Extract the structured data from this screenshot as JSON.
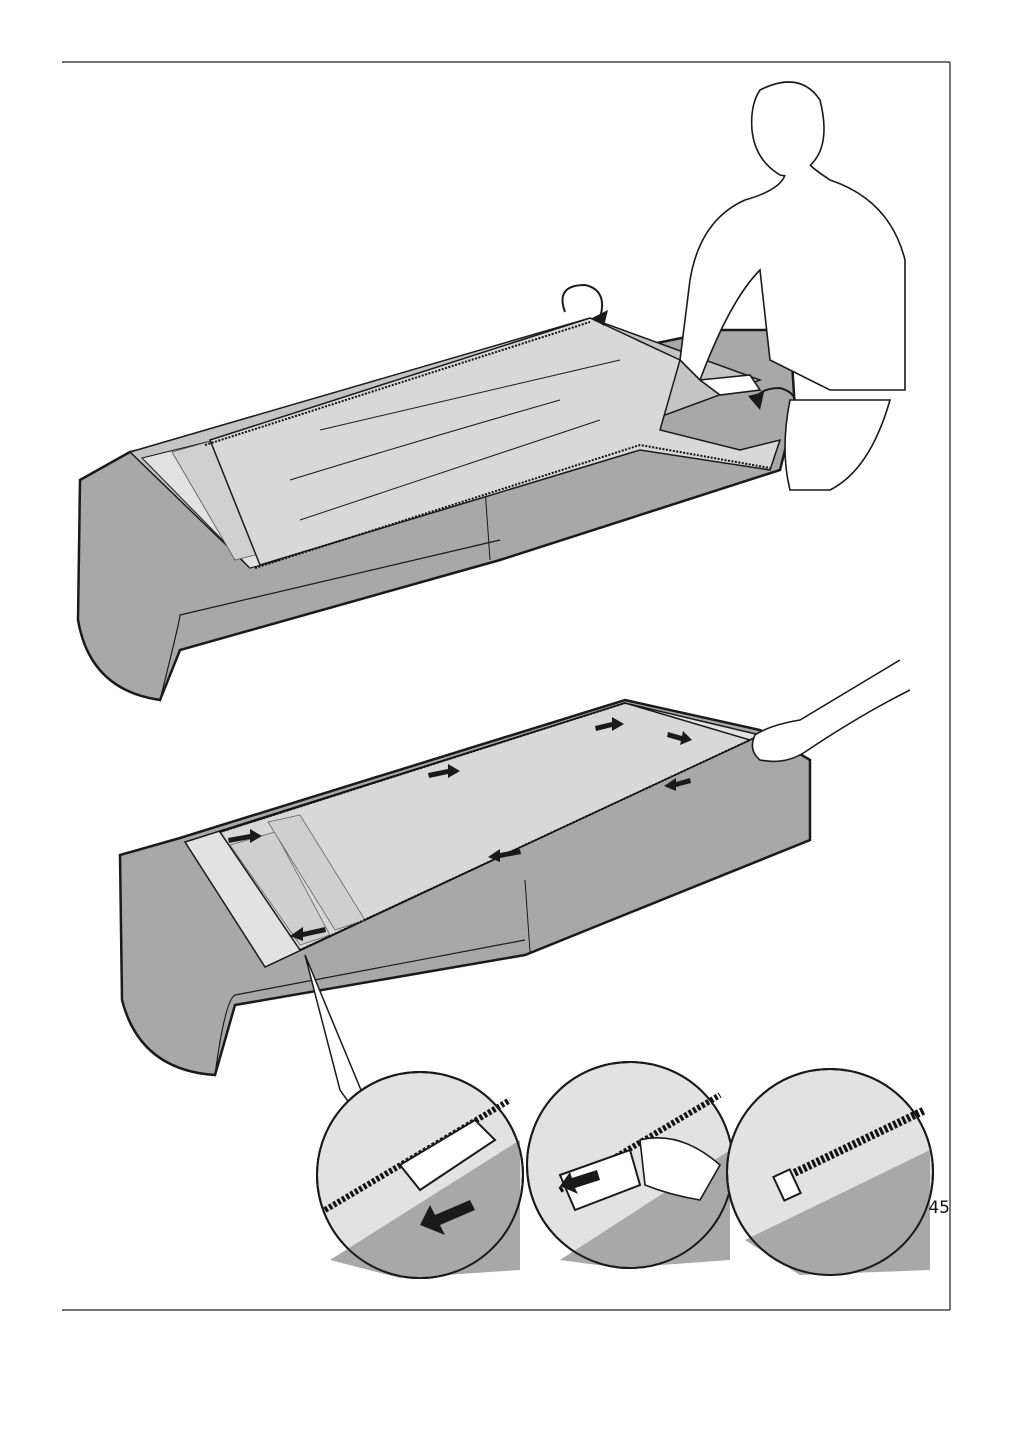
{
  "page": {
    "number": "45"
  },
  "colors": {
    "fabric": "#a8a8a8",
    "fabric_light": "#c4c4c4",
    "insert": "#d8d8d8",
    "zipper_panel": "#e2e2e2",
    "outline": "#1a1a1a",
    "arrow": "#1a1a1a",
    "paper": "#ffffff"
  },
  "steps": [
    {
      "id": "insert-foam",
      "description_icons": [
        "person-kneeling-icon",
        "fold-arrow-icon",
        "fold-arrow-icon"
      ]
    },
    {
      "id": "close-zipper",
      "description_icons": [
        "hand-icon",
        "direction-arrow-icon"
      ]
    },
    {
      "id": "zipper-detail",
      "description_icons": [
        "zipper-pull-icon",
        "zipper-end-icon"
      ]
    }
  ]
}
